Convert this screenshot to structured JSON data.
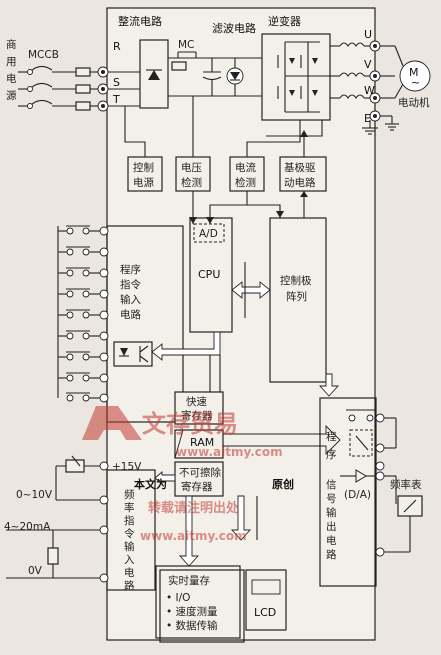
{
  "labels": {
    "mccb": "MCCB",
    "mains_1": "商",
    "mains_2": "用",
    "mains_3": "电",
    "mains_4": "源",
    "phase_r": "R",
    "phase_s": "S",
    "phase_t": "T",
    "mc": "MC",
    "rectifier": "整流电路",
    "filter": "滤波电路",
    "inverter": "逆变器",
    "out_u": "U",
    "out_v": "V",
    "out_w": "W",
    "out_e": "E",
    "motor_symbol": "M",
    "motor_tilde": "~",
    "motor": "电动机",
    "control_power_1": "控制",
    "control_power_2": "电源",
    "voltage_detect_1": "电压",
    "voltage_detect_2": "检测",
    "current_detect_1": "电流",
    "current_detect_2": "检测",
    "base_drive_1": "基极驱",
    "base_drive_2": "动电路",
    "ad": "A/D",
    "cpu": "CPU",
    "gate_array_1": "控制极",
    "gate_array_2": "阵列",
    "program_input_1": "程序",
    "program_input_2": "指令",
    "program_input_3": "输入",
    "program_input_4": "电路",
    "fast_register_1": "快速",
    "fast_register_2": "寄存器",
    "ram": "RAM",
    "nonvolatile_1": "不可擦除",
    "nonvolatile_2": "寄存器",
    "plus15v": "+15V",
    "v0_10": "0~10V",
    "ma4_20": "4~20mA",
    "v0": "0V",
    "freq_cmd_1": "频",
    "freq_cmd_2": "率",
    "freq_cmd_3": "指",
    "freq_cmd_4": "令",
    "freq_cmd_5": "输",
    "freq_cmd_6": "入",
    "freq_cmd_7": "电",
    "freq_cmd_8": "路",
    "prog_out_1": "程",
    "prog_out_2": "序",
    "sig_out_1": "信",
    "sig_out_2": "号",
    "sig_out_3": "输",
    "sig_out_4": "出",
    "sig_out_5": "电",
    "sig_out_6": "路",
    "da": "(D/A)",
    "freq_meter": "频率表",
    "monitor_title": "实时量存",
    "monitor_item_1": "• I/O",
    "monitor_item_2": "• 速度测量",
    "monitor_item_3": "• 数据传输",
    "lcd": "LCD"
  },
  "watermark": {
    "logo_text": "文存贸易",
    "url_1": "www.aitmy.com",
    "notice_1": "本文为",
    "notice_2": "原创",
    "notice_3": "转载请注明出处",
    "url_2": "www.aitmy.com"
  }
}
